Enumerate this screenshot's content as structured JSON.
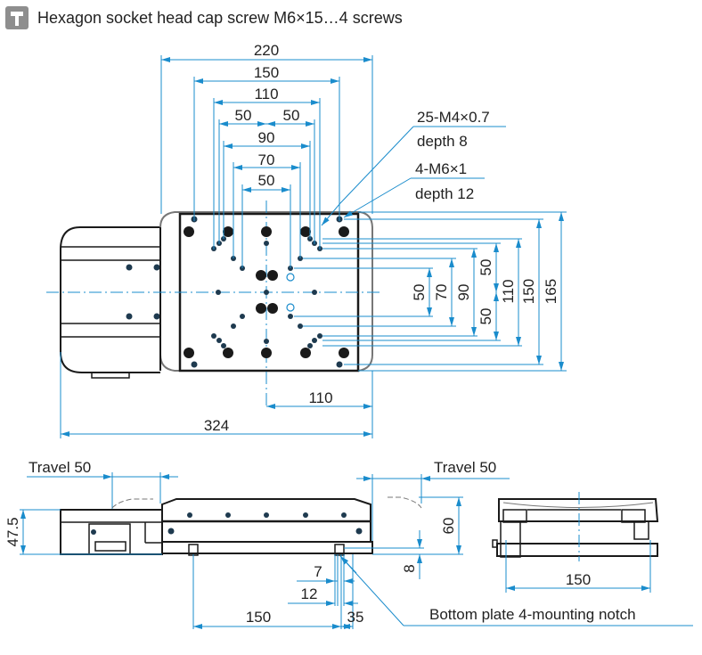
{
  "header": {
    "icon": "hex-socket-screw-icon",
    "caption": "Hexagon socket head cap screw M6×15…4 screws"
  },
  "top_view": {
    "horizontal_dims": {
      "d220": "220",
      "d150": "150",
      "d110": "110",
      "d50_left": "50",
      "d50_right": "50",
      "d90": "90",
      "d70": "70",
      "d50_inner": "50"
    },
    "callouts": {
      "m4_label": "25-M4×0.7",
      "m4_depth": "depth 8",
      "m6_label": "4-M6×1",
      "m6_depth": "depth 12"
    },
    "vertical_dims": {
      "v50": "50",
      "v70": "70",
      "v90": "90",
      "v50_upper": "50",
      "v50_lower": "50",
      "v110": "110",
      "v150": "150",
      "v165": "165"
    },
    "bottom_dims": {
      "d110": "110",
      "d324": "324"
    }
  },
  "side_view": {
    "travel_left": "Travel 50",
    "travel_right": "Travel 50",
    "height_475": "47.5",
    "height_60": "60",
    "height_8": "8",
    "d7": "7",
    "d12": "12",
    "d150": "150",
    "d35": "35",
    "notch_label": "Bottom plate 4-mounting notch"
  },
  "end_view": {
    "d150": "150"
  }
}
